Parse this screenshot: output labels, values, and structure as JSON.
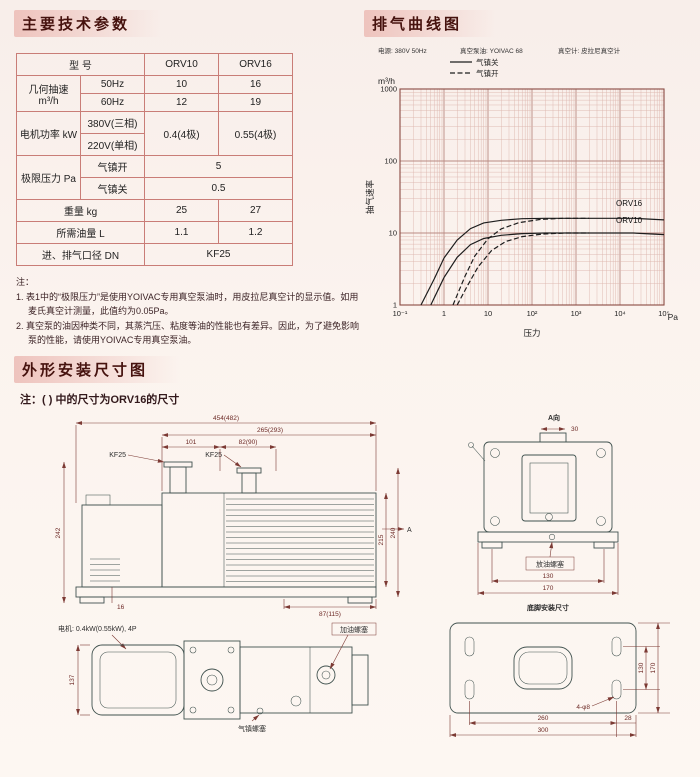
{
  "page": {
    "section1_title": "主要技术参数",
    "section2_title": "排气曲线图",
    "section3_title": "外形安装尺寸图",
    "section3_note": "注：( ) 中的尺寸为ORV16的尺寸"
  },
  "spec_table": {
    "model_label": "型  号",
    "models": [
      "ORV10",
      "ORV16"
    ],
    "speed_label": "几何抽速 m³/h",
    "speed_rows": [
      {
        "label": "50Hz",
        "v1": "10",
        "v2": "16"
      },
      {
        "label": "60Hz",
        "v1": "12",
        "v2": "19"
      }
    ],
    "motor_label": "电机功率 kW",
    "motor_rows": {
      "r1": "380V(三相)",
      "r2": "220V(单相)",
      "v1": "0.4(4极)",
      "v2": "0.55(4极)"
    },
    "ultimate_label": "极限压力 Pa",
    "ultimate_rows": [
      {
        "label": "气镇开",
        "v": "5"
      },
      {
        "label": "气镇关",
        "v": "0.5"
      }
    ],
    "weight": {
      "label": "重量  kg",
      "v1": "25",
      "v2": "27"
    },
    "oil": {
      "label": "所需油量 L",
      "v1": "1.1",
      "v2": "1.2"
    },
    "port": {
      "label": "进、排气口径 DN",
      "v": "KF25"
    }
  },
  "notes": {
    "label": "注：",
    "items": [
      "1. 表1中的“极限压力”是使用YOIVAC专用真空泵油时，用皮拉尼真空计的显示值。如用麦氏真空计测量，此值约为0.05Pa。",
      "2. 真空泵的油因种类不同，其蒸汽压、粘度等油的性能也有差异。因此，为了避免影响泵的性能，请使用YOIVAC专用真空泵油。"
    ]
  },
  "chart_data": {
    "type": "line",
    "title": "排气曲线图",
    "conditions": [
      "电源: 380V 50Hz",
      "真空泵油: YOIVAC 68",
      "真空计: 皮拉尼真空计"
    ],
    "legend": [
      {
        "label": "气镇关",
        "style": "solid"
      },
      {
        "label": "气镇开",
        "style": "dashed"
      }
    ],
    "xlabel": "压力",
    "x_unit": "Pa",
    "ylabel": "抽气速率",
    "y_unit": "m³/h",
    "x_scale": "log",
    "y_scale": "log",
    "xlim_log": [
      -1,
      5
    ],
    "ylim_log": [
      0,
      3
    ],
    "x_ticks": [
      "10⁻¹",
      "1",
      "10",
      "10²",
      "10³",
      "10⁴",
      "10⁵"
    ],
    "y_ticks": [
      "1",
      "10",
      "100",
      "1000"
    ],
    "grid": true,
    "curve_labels": [
      "ORV16",
      "ORV10"
    ],
    "series": [
      {
        "name": "ORV16 气镇关",
        "style": "solid",
        "points": [
          [
            0.3,
            1
          ],
          [
            0.6,
            2.3
          ],
          [
            1,
            4.5
          ],
          [
            2,
            8
          ],
          [
            4,
            11.5
          ],
          [
            8,
            13.8
          ],
          [
            20,
            15
          ],
          [
            60,
            15.8
          ],
          [
            200,
            16
          ],
          [
            2000,
            16
          ],
          [
            20000,
            16
          ],
          [
            100000,
            15.2
          ]
        ]
      },
      {
        "name": "ORV10 气镇关",
        "style": "solid",
        "points": [
          [
            0.5,
            1
          ],
          [
            1,
            2.4
          ],
          [
            2,
            4.6
          ],
          [
            4,
            6.9
          ],
          [
            8,
            8.4
          ],
          [
            20,
            9.3
          ],
          [
            60,
            9.8
          ],
          [
            200,
            10
          ],
          [
            2000,
            10
          ],
          [
            20000,
            10
          ],
          [
            100000,
            9.5
          ]
        ]
      },
      {
        "name": "ORV16 气镇开",
        "style": "dashed",
        "points": [
          [
            1.6,
            1
          ],
          [
            3,
            2.5
          ],
          [
            5,
            4.8
          ],
          [
            10,
            8.3
          ],
          [
            20,
            11.4
          ],
          [
            50,
            13.9
          ],
          [
            150,
            15.4
          ],
          [
            500,
            16
          ],
          [
            2000,
            16
          ]
        ]
      },
      {
        "name": "ORV10 气镇开",
        "style": "dashed",
        "points": [
          [
            2,
            1
          ],
          [
            3.5,
            1.9
          ],
          [
            6,
            3.4
          ],
          [
            12,
            5.7
          ],
          [
            25,
            7.6
          ],
          [
            60,
            8.9
          ],
          [
            180,
            9.7
          ],
          [
            600,
            10
          ],
          [
            2000,
            10
          ]
        ]
      }
    ]
  },
  "drawing": {
    "side_view": {
      "dim_total": "454(482)",
      "dim_body": "265(293)",
      "dim_101": "101",
      "dim_82": "82(90)",
      "flange_inlet": "KF25",
      "flange_outlet": "KF25",
      "dim_242": "242",
      "dim_215": "215",
      "dim_240": "240",
      "dim_16": "16",
      "dim_87": "87(115)",
      "view_mark": "A"
    },
    "a_view": {
      "title": "A向",
      "dim_30": "30",
      "drain_label": "放油螺塞",
      "dim_130": "130",
      "dim_170": "170"
    },
    "top_view": {
      "motor_label": "电机: 0.4kW(0.55kW), 4P",
      "fill_label": "加油螺塞",
      "ballast_label": "气镇螺塞",
      "dim_137": "137"
    },
    "foot_plan": {
      "title": "底脚安装尺寸",
      "dim_260": "260",
      "dim_300": "300",
      "dim_28": "28",
      "dim_130": "130",
      "dim_170": "170",
      "holes_label": "4-φ8"
    }
  }
}
